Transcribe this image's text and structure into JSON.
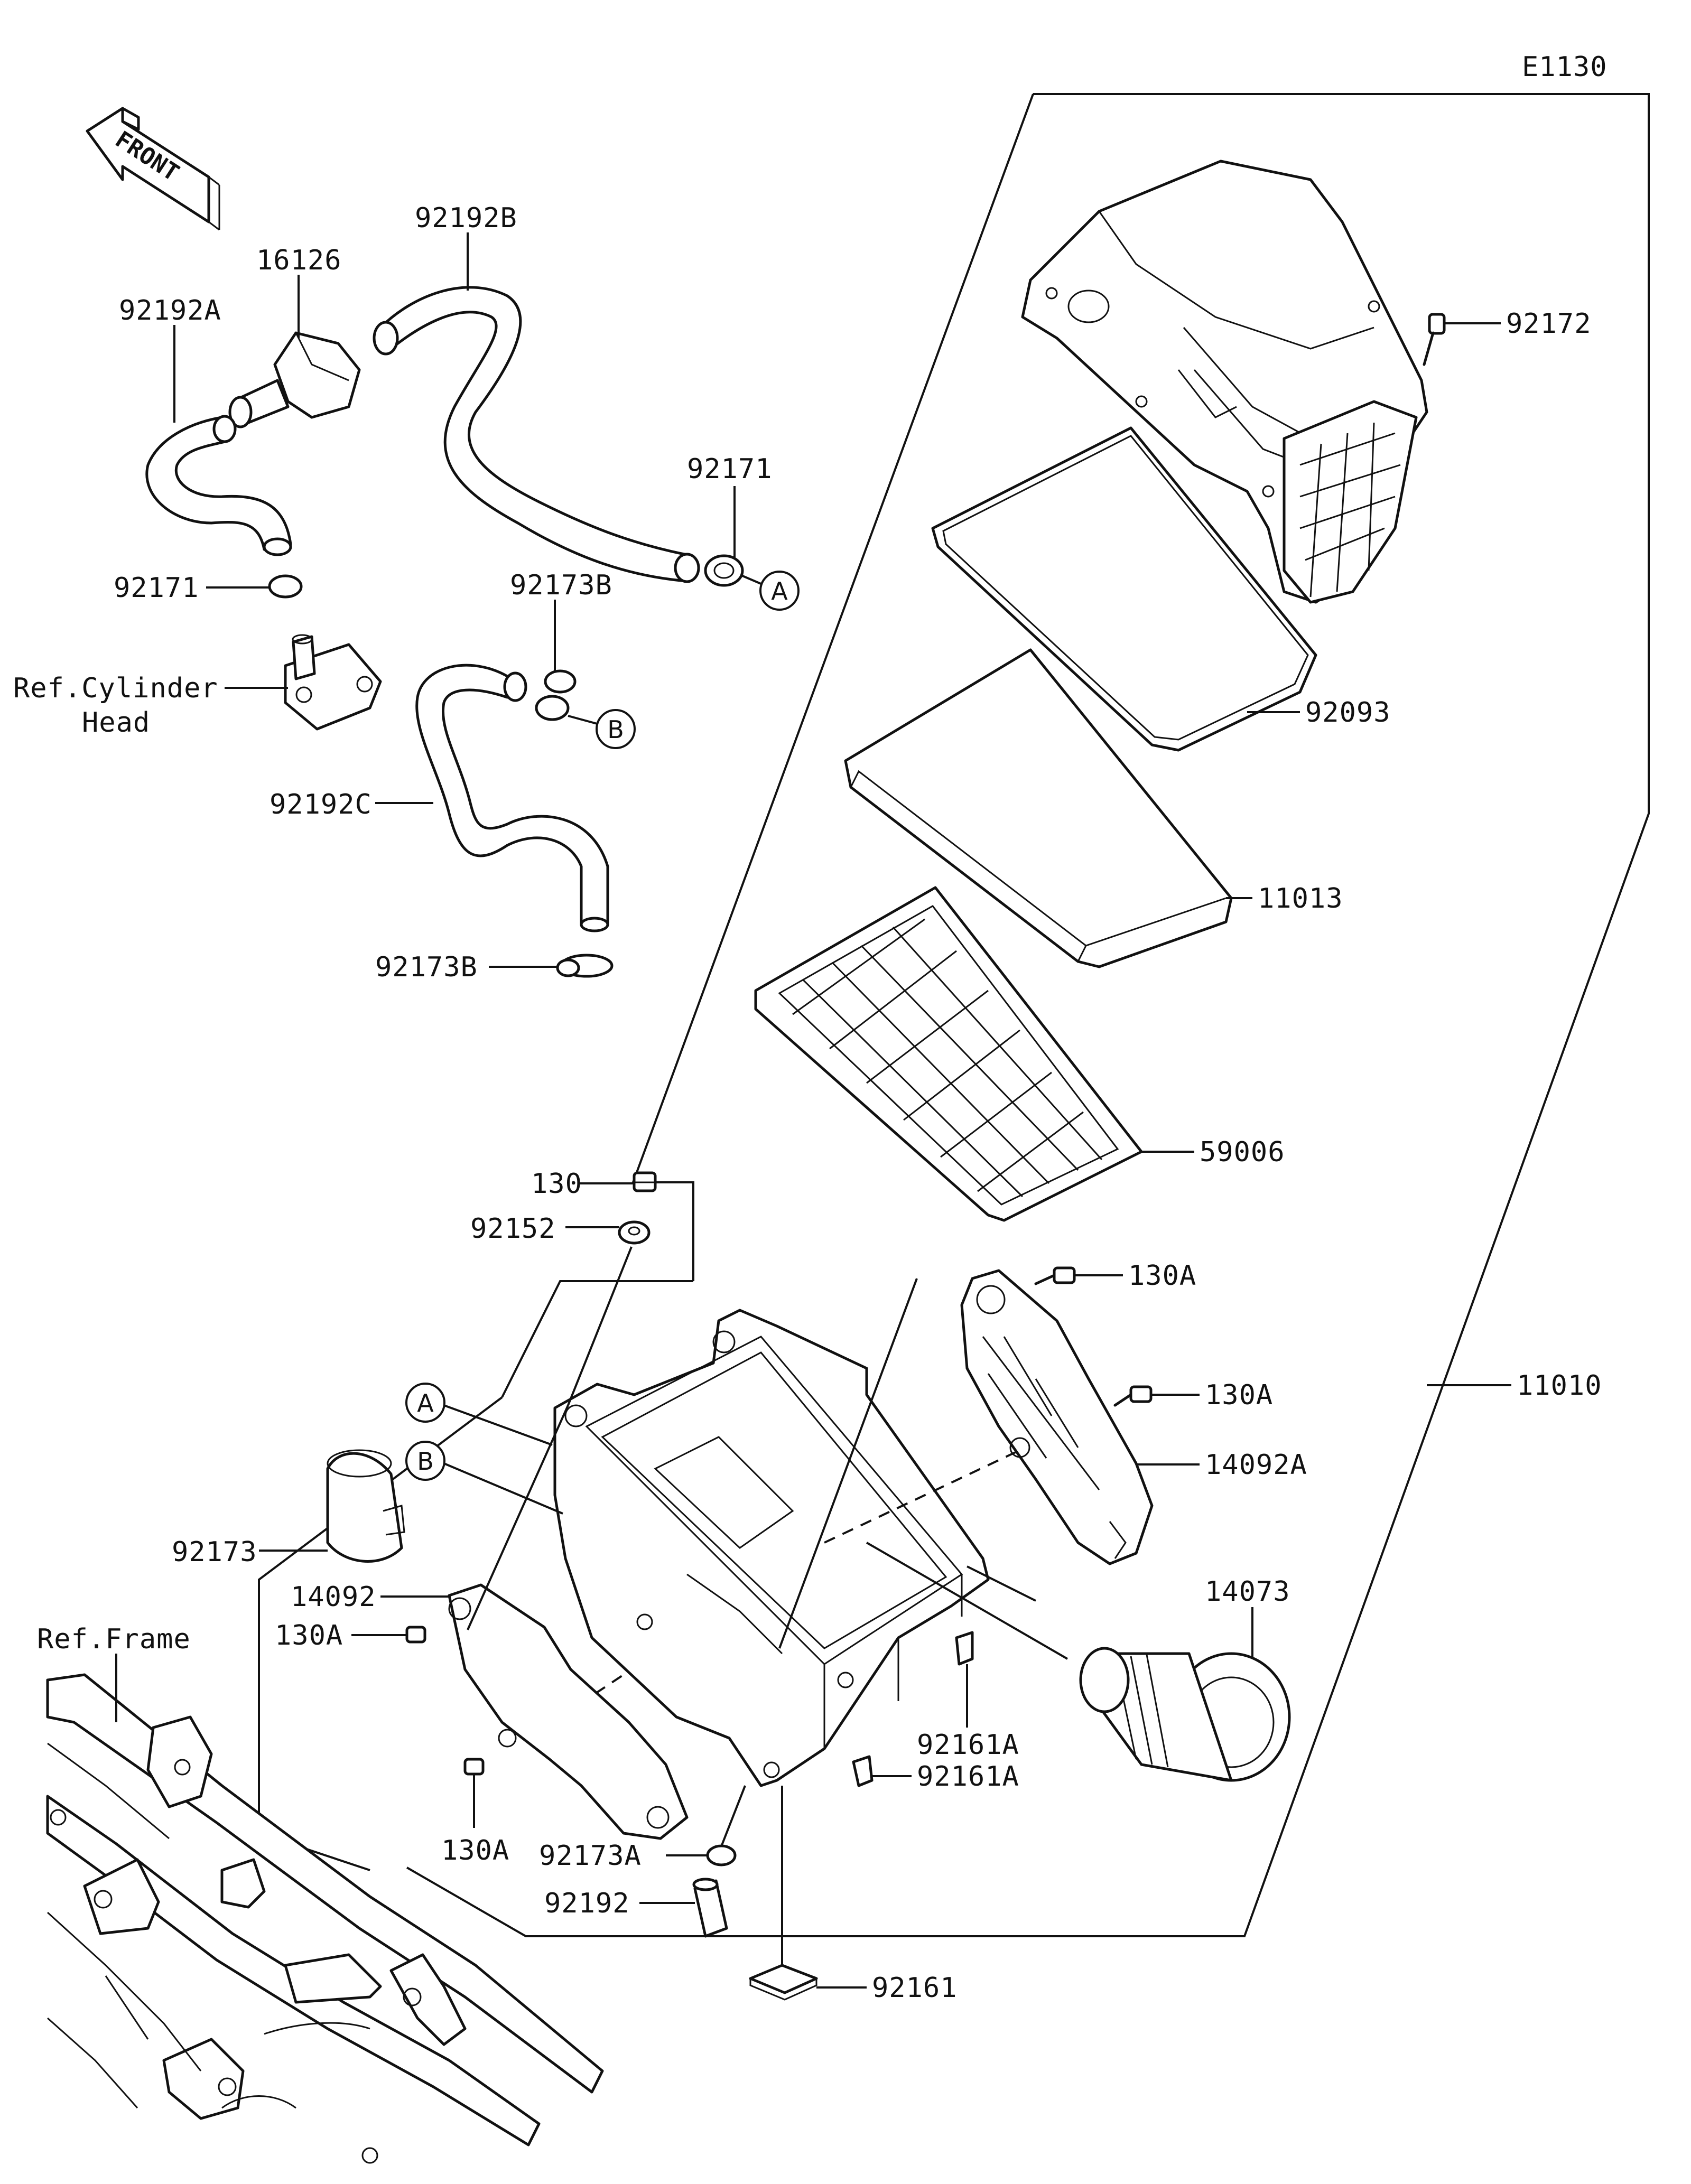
{
  "diagram_code": "E1130",
  "front_label": "FRONT",
  "callouts": {
    "c92172": "92172",
    "c92093": "92093",
    "c11013": "11013",
    "c59006": "59006",
    "c11010": "11010",
    "c130A_1": "130A",
    "c130A_2": "130A",
    "c14092A": "14092A",
    "c14073": "14073",
    "c92161A_1": "92161A",
    "c92161A_2": "92161A",
    "c92161": "92161",
    "c92192": "92192",
    "c92173A": "92173A",
    "c130A_3": "130A",
    "c130A_4": "130A",
    "c14092": "14092",
    "c92173": "92173",
    "c130": "130",
    "c92152": "92152",
    "c92192B": "92192B",
    "c16126": "16126",
    "c92192A": "92192A",
    "c92171_1": "92171",
    "c92171_2": "92171",
    "c92173B_1": "92173B",
    "c92173B_2": "92173B",
    "c92192C": "92192C"
  },
  "references": {
    "cylinder_head_line1": "Ref.Cylinder",
    "cylinder_head_line2": "Head",
    "frame": "Ref.Frame"
  },
  "connectors": {
    "A_1": "A",
    "B_1": "B",
    "A_2": "A",
    "B_2": "B"
  }
}
